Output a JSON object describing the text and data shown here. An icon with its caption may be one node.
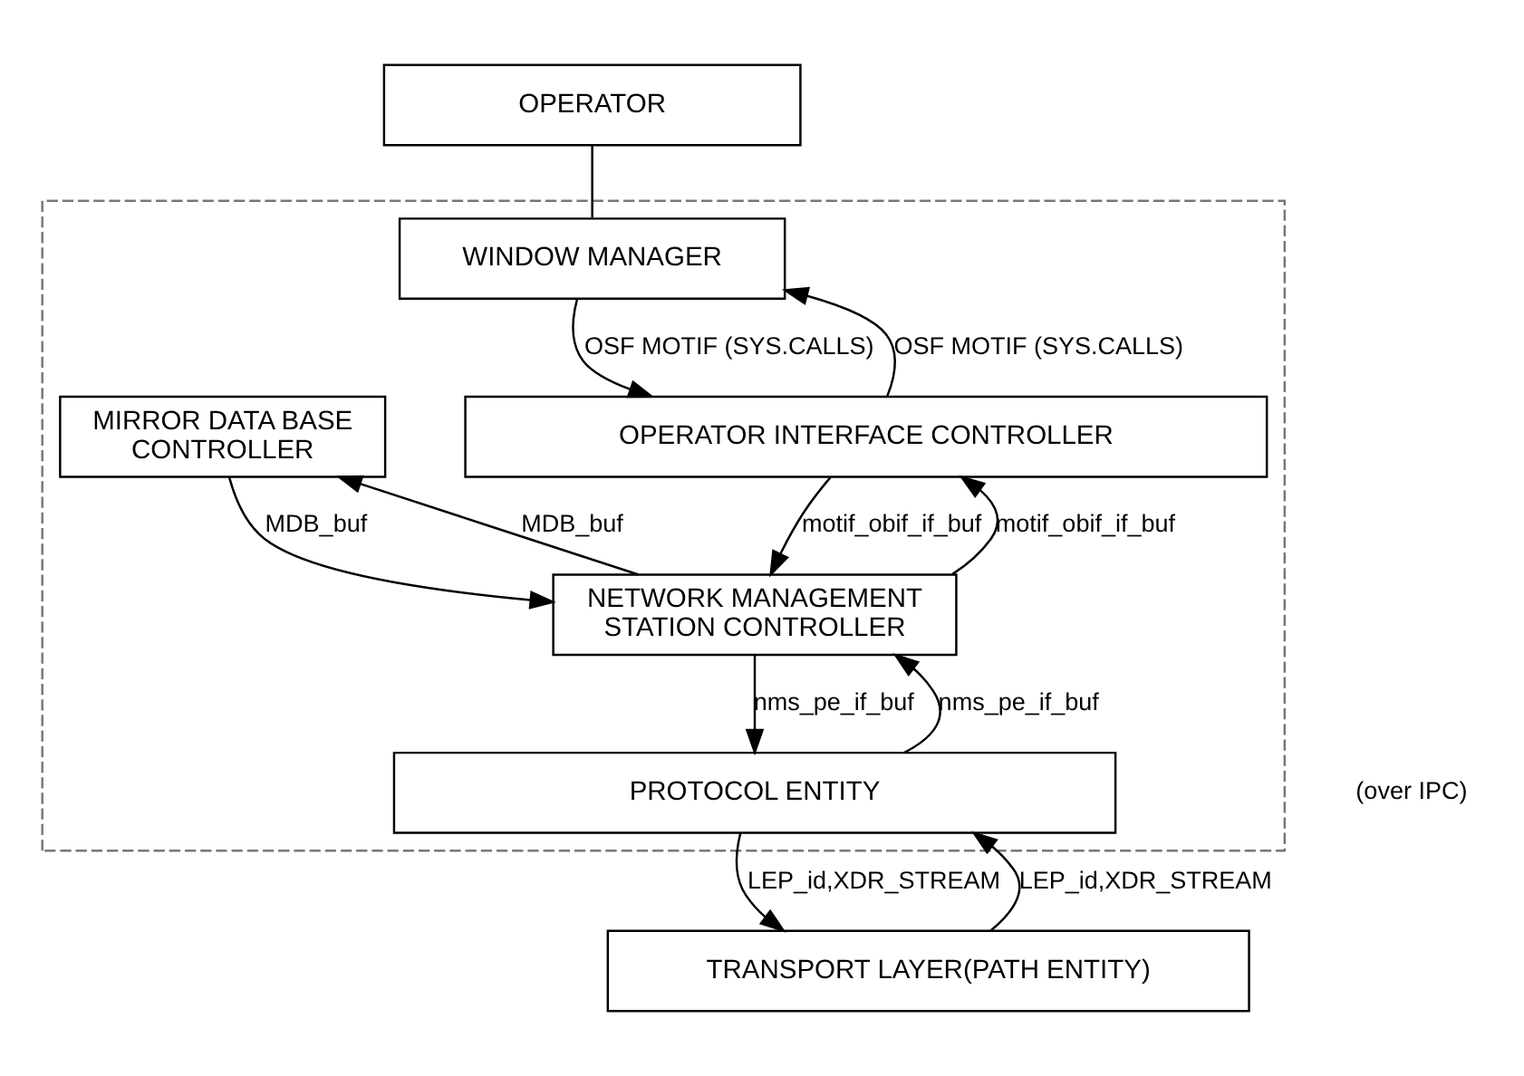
{
  "diagram": {
    "nodes": [
      {
        "text": [
          "OPERATOR"
        ]
      },
      {
        "text": [],
        "shape": "box"
      },
      {
        "text": [
          "WINDOW MANAGER"
        ],
        "in": 1
      },
      {
        "text": [
          "OPERATOR INTERFACE CONTROLLER"
        ],
        "in": 1
      },
      {
        "text": [
          "MIRROR DATA BASE CONTROLLER"
        ],
        "in": 1
      },
      {
        "text": [
          "NETWORK MANAGEMENT STATION CONTROLLER"
        ],
        "in": 1
      },
      {
        "text": [
          "PROTOCOL ENTITY"
        ],
        "in": 1
      },
      {
        "text": [
          "TRANSPORT LAYER(PATH ENTITY)"
        ]
      }
    ],
    "edges": [
      {
        "from": 0,
        "to": 2,
        "arrow": "none"
      },
      {
        "from": 2,
        "to": 3,
        "arrow": "to",
        "label": "OSF MOTIF (SYS.CALLS)"
      },
      {
        "from": 3,
        "to": 2,
        "arrow": "to",
        "label": "OSF MOTIF (SYS.CALLS)"
      },
      {
        "from": 3,
        "to": 5,
        "arrow": "to",
        "label": "motif_obif_if_buf"
      },
      {
        "from": 5,
        "to": 3,
        "arrow": "to",
        "label": "motif_obif_if_buf"
      },
      {
        "from": 4,
        "to": 5,
        "arrow": "to",
        "label": "MDB_buf"
      },
      {
        "from": 5,
        "to": 4,
        "arrow": "to",
        "label": "MDB_buf"
      },
      {
        "from": 5,
        "to": 6,
        "arrow": "to",
        "label": "nms_pe_if_buf"
      },
      {
        "from": 6,
        "to": 5,
        "arrow": "to",
        "label": "nms_pe_if_buf"
      },
      {
        "from": 6,
        "to": 7,
        "arrow": "to",
        "label": "LEP_id,XDR_STREAM"
      },
      {
        "from": 7,
        "to": 6,
        "arrow": "to",
        "label": "LEP_id,XDR_STREAM"
      }
    ],
    "labels": [
      "(over IPC)"
    ]
  }
}
